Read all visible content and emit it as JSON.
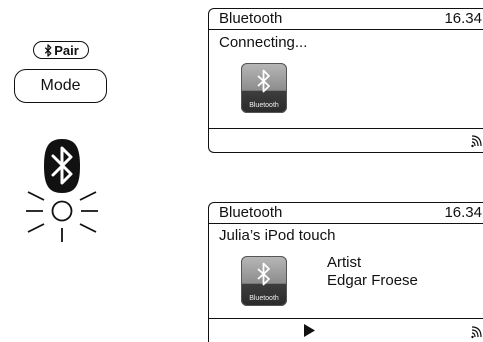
{
  "remote": {
    "pair_label": "Pair",
    "mode_label": "Mode",
    "bt_icon": "bluetooth-icon"
  },
  "screens": [
    {
      "source": "Bluetooth",
      "time": "16.34",
      "status": "Connecting...",
      "icon_caption": "Bluetooth",
      "signal_icon": "signal-strength-icon"
    },
    {
      "source": "Bluetooth",
      "time": "16.34",
      "device": "Julia’s iPod touch",
      "artist_label": "Artist",
      "artist_name": "Edgar Froese",
      "icon_caption": "Bluetooth",
      "playback_icon": "play-icon",
      "signal_icon": "signal-strength-icon"
    }
  ]
}
